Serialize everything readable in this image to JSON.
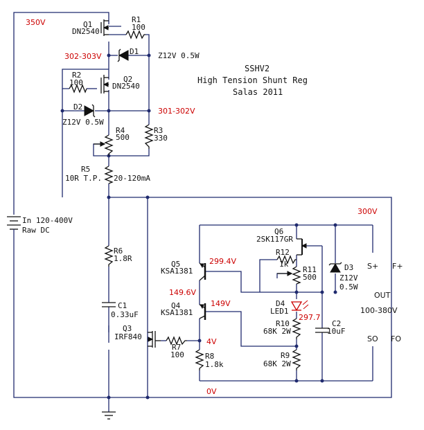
{
  "title": {
    "line1": "SSHV2",
    "line2": "High Tension Shunt Reg",
    "line3": "Salas 2011"
  },
  "parts": {
    "q1_ref": "Q1",
    "q1_val": "DN2540",
    "r1_ref": "R1",
    "r1_val": "100",
    "d1_ref": "D1",
    "d1_val": "Z12V 0.5W",
    "r2_ref": "R2",
    "r2_val": "100",
    "q2_ref": "Q2",
    "q2_val": "DN2540",
    "d2_ref": "D2",
    "d2_val": "Z12V 0.5W",
    "r4_ref": "R4",
    "r4_val": "500",
    "r3_ref": "R3",
    "r3_val": "330",
    "r5_ref": "R5",
    "r5_val": "10R T.P.",
    "r5_current": "20-120mA",
    "r6_ref": "R6",
    "r6_val": "1.8R",
    "c1_ref": "C1",
    "c1_val": "0.33uF",
    "q3_ref": "Q3",
    "q3_val": "IRF840",
    "r7_ref": "R7",
    "r7_val": "100",
    "r8_ref": "R8",
    "r8_val": "1.8k",
    "q5_ref": "Q5",
    "q5_val": "KSA1381",
    "q4_ref": "Q4",
    "q4_val": "KSA1381",
    "q6_ref": "Q6",
    "q6_val": "2SK117GR",
    "r12_ref": "R12",
    "r12_val": "1k",
    "r11_ref": "R11",
    "r11_val": "500",
    "d3_ref": "D3",
    "d3_val1": "Z12V",
    "d3_val2": "0.5W",
    "d4_ref": "D4",
    "d4_val": "LED1",
    "r10_ref": "R10",
    "r10_val": "68K 2W",
    "c2_ref": "C2",
    "c2_val": "10uF",
    "r9_ref": "R9",
    "r9_val": "68K 2W",
    "input_line1": "In 120-400V",
    "input_line2": "Raw DC"
  },
  "voltages": {
    "v350": "350V",
    "v302": "302-303V",
    "v301": "301-302V",
    "v300": "300V",
    "v299": "299.4V",
    "v149_6": "149.6V",
    "v149": "149V",
    "v4": "4V",
    "v297": "297.7",
    "v0": "0V"
  },
  "connectors": {
    "s_plus": "S+",
    "f_plus": "F+",
    "out": "OUT",
    "out_range": "100-380V",
    "s_minus": "SO",
    "f_minus": "FO"
  }
}
